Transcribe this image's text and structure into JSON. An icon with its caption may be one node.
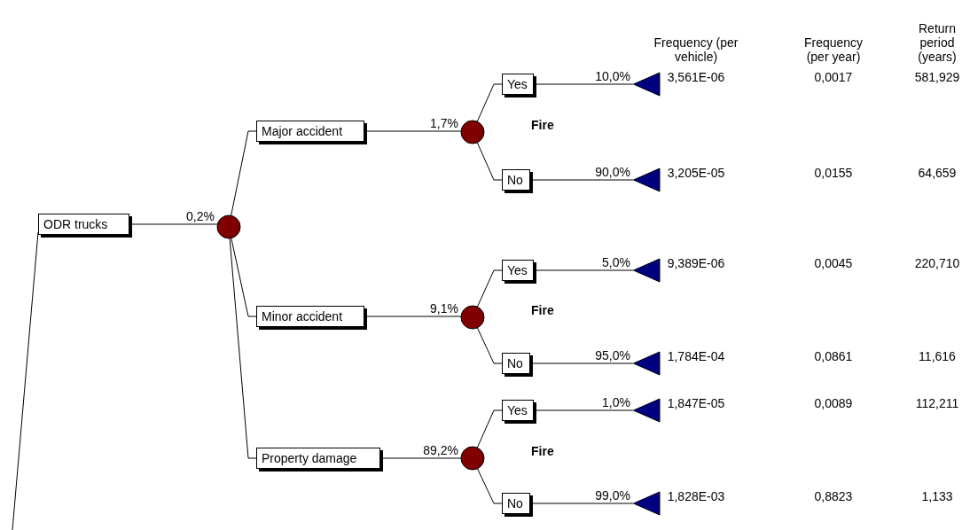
{
  "diagram": {
    "nodes": [
      {
        "text": [
          "ODR trucks"
        ]
      },
      {
        "text": [],
        "shape": "circle"
      },
      {
        "text": [
          "Major accident"
        ]
      },
      {
        "text": [],
        "shape": "circle"
      },
      {
        "text": [
          "Yes"
        ]
      },
      {
        "text": [],
        "shape": "triangle"
      },
      {
        "text": [
          "No"
        ]
      },
      {
        "text": [],
        "shape": "triangle"
      },
      {
        "text": [
          "Minor accident"
        ]
      },
      {
        "text": [],
        "shape": "circle"
      },
      {
        "text": [
          "Yes"
        ]
      },
      {
        "text": [],
        "shape": "triangle"
      },
      {
        "text": [
          "No"
        ]
      },
      {
        "text": [],
        "shape": "triangle"
      },
      {
        "text": [
          "Property damage"
        ]
      },
      {
        "text": [],
        "shape": "circle"
      },
      {
        "text": [
          "Yes"
        ]
      },
      {
        "text": [],
        "shape": "triangle"
      },
      {
        "text": [
          "No"
        ]
      },
      {
        "text": [],
        "shape": "triangle"
      }
    ],
    "edges": [
      {
        "from": null,
        "to": 0,
        "arrow": "none"
      },
      {
        "from": 0,
        "to": 1,
        "label": "0,2%",
        "arrow": "none"
      },
      {
        "from": 1,
        "to": 2,
        "arrow": "none"
      },
      {
        "from": 2,
        "to": 3,
        "label": "1,7%",
        "arrow": "none"
      },
      {
        "from": 3,
        "to": 4,
        "arrow": "none"
      },
      {
        "from": 4,
        "to": 5,
        "label": "10,0%",
        "arrow": "none"
      },
      {
        "from": 3,
        "to": 6,
        "arrow": "none"
      },
      {
        "from": 6,
        "to": 7,
        "label": "90,0%",
        "arrow": "none"
      },
      {
        "from": 1,
        "to": 8,
        "arrow": "none"
      },
      {
        "from": 8,
        "to": 9,
        "label": "9,1%",
        "arrow": "none"
      },
      {
        "from": 9,
        "to": 10,
        "arrow": "none"
      },
      {
        "from": 10,
        "to": 11,
        "label": "5,0%",
        "arrow": "none"
      },
      {
        "from": 9,
        "to": 12,
        "arrow": "none"
      },
      {
        "from": 12,
        "to": 13,
        "label": "95,0%",
        "arrow": "none"
      },
      {
        "from": 1,
        "to": 14,
        "arrow": "none"
      },
      {
        "from": 14,
        "to": 15,
        "label": "89,2%",
        "arrow": "none"
      },
      {
        "from": 15,
        "to": 16,
        "arrow": "none"
      },
      {
        "from": 16,
        "to": 17,
        "label": "1,0%",
        "arrow": "none"
      },
      {
        "from": 15,
        "to": 18,
        "arrow": "none"
      },
      {
        "from": 18,
        "to": 19,
        "label": "99,0%",
        "arrow": "none"
      }
    ],
    "labels": [
      "Frequency (per vehicle)",
      "Frequency (per year)",
      "Return period (years)",
      "3,561E-06",
      "0,0017",
      "581,929",
      "Fire",
      "3,205E-05",
      "0,0155",
      "64,659",
      "9,389E-06",
      "0,0045",
      "220,710",
      "Fire",
      "1,784E-04",
      "0,0861",
      "11,616",
      "1,847E-05",
      "0,0089",
      "112,211",
      "Fire",
      "1,828E-03",
      "0,8823",
      "1,133"
    ]
  }
}
